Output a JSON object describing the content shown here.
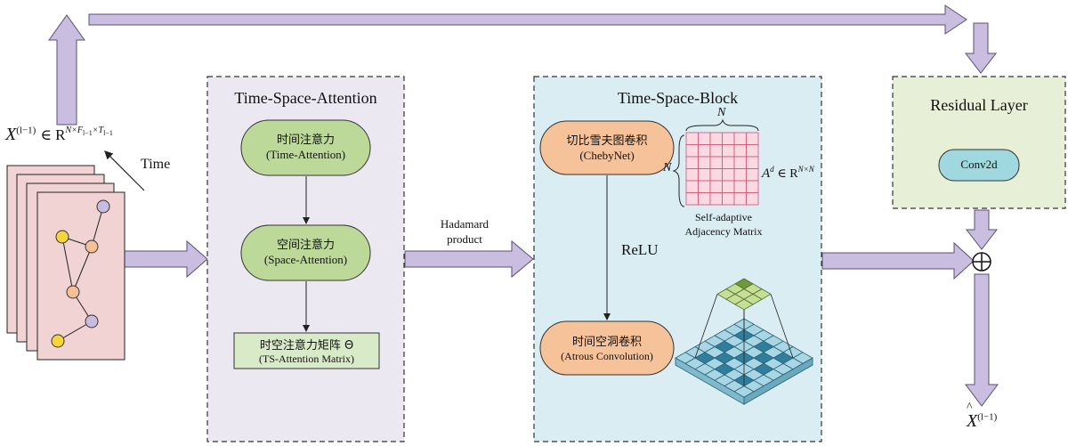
{
  "input": {
    "formula_main": "X",
    "formula_sup": "(l−1)",
    "formula_rest": "∈ R",
    "formula_dims": "N×F",
    "formula_dims_sub1": "l−1",
    "formula_dims_mid": "×T",
    "formula_dims_sub2": "l−1",
    "time_label": "Time"
  },
  "tsa": {
    "title": "Time-Space-Attention",
    "time_attention_cn": "时间注意力",
    "time_attention_en": "(Time-Attention)",
    "space_attention_cn": "空间注意力",
    "space_attention_en": "(Space-Attention)",
    "matrix_cn": "时空注意力矩阵 Θ",
    "matrix_en": "(TS-Attention Matrix)"
  },
  "hadamard": {
    "line1": "Hadamard",
    "line2": "product"
  },
  "tsb": {
    "title": "Time-Space-Block",
    "cheby_cn": "切比雪夫图卷积",
    "cheby_en": "(ChebyNet)",
    "n_top": "N",
    "n_left": "N",
    "adj_main": "A",
    "adj_sup": "d",
    "adj_rest": "∈ R",
    "adj_dims": "N×N",
    "adj_caption1": "Self-adaptive",
    "adj_caption2": "Adjacency Matrix",
    "relu": "ReLU",
    "atrous_cn": "时间空洞卷积",
    "atrous_en": "(Atrous Convolution)"
  },
  "residual": {
    "title": "Residual Layer",
    "conv": "Conv2d"
  },
  "output": {
    "plus": "⊕",
    "hat": "^",
    "formula_main": "X",
    "formula_sup": "(l−1)"
  },
  "colors": {
    "arrow_fill": "#c9bedf",
    "arrow_stroke": "#5a4f78",
    "tsa_bg": "#ece8f1",
    "tsb_bg": "#d9edf3",
    "res_bg": "#e7efd7",
    "green_node": "#bcd99a",
    "orange_node": "#f6c29a",
    "conv_node": "#9fd8de",
    "card_bg": "#f2d3d3",
    "grid_pink": "#fbd9e3",
    "grid_dark": "#2f7f9c",
    "grid_light": "#a9d6e4",
    "kernel": "#c5df97"
  }
}
